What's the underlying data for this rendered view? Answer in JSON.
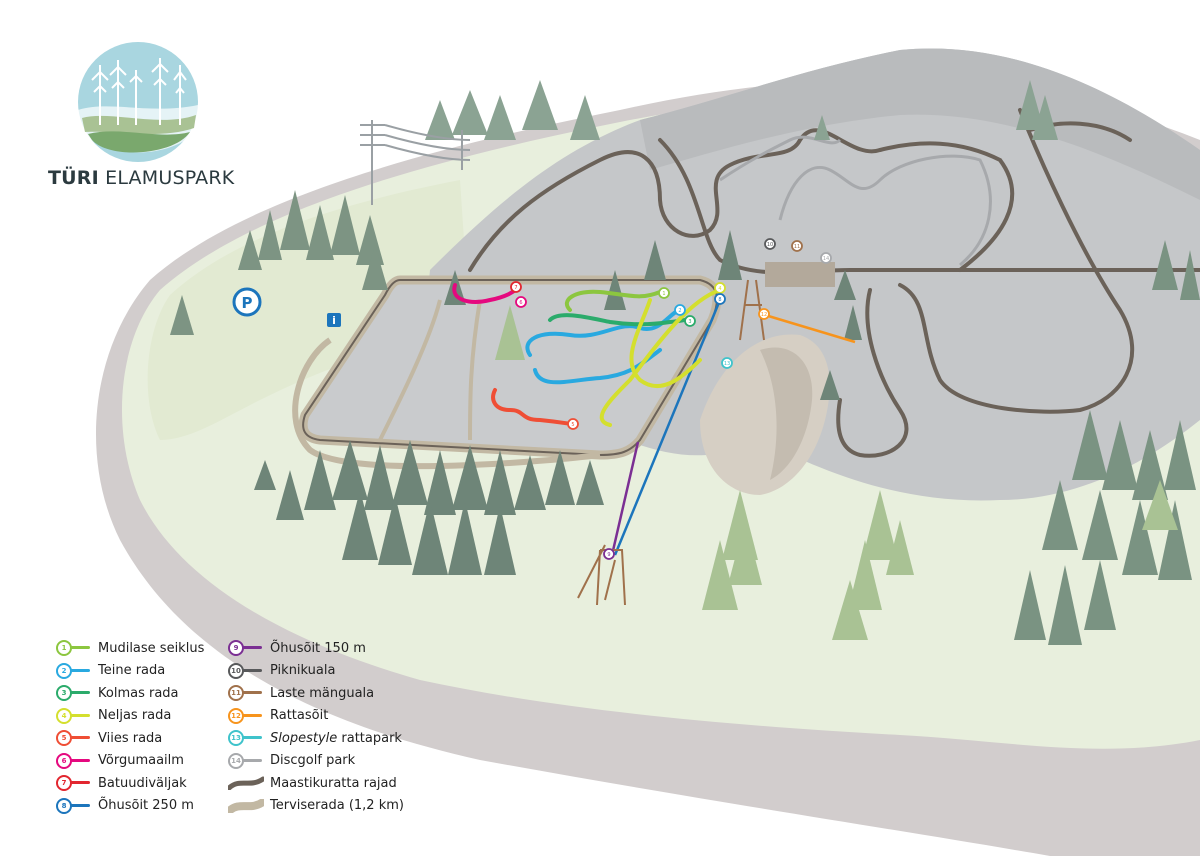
{
  "logo": {
    "title_bold": "TÜRI",
    "title_rest": " ELAMUSPARK"
  },
  "map": {
    "icons": {
      "parking": "P",
      "info": "i"
    },
    "colors": {
      "background": "#ffffff",
      "ground": "#e4ecd8",
      "ground_light": "#eef3e6",
      "rim": "#d2cdcd",
      "hill": "#c5c7c9",
      "hill_dark": "#b4b6b8",
      "tree_dark": "#6e8578",
      "tree_mid": "#859e8c",
      "tree_light": "#a9c294",
      "mtb": "#6b6259",
      "health": "#c2b8a3",
      "water": "#a8cdd6"
    },
    "markers": [
      {
        "num": "1",
        "color": "#8cc63f"
      },
      {
        "num": "2",
        "color": "#29a9e0"
      },
      {
        "num": "3",
        "color": "#2bab6b"
      },
      {
        "num": "4",
        "color": "#d4df2e"
      },
      {
        "num": "5",
        "color": "#ef4e35"
      },
      {
        "num": "6",
        "color": "#e5097f"
      },
      {
        "num": "7",
        "color": "#e2262f"
      },
      {
        "num": "8",
        "color": "#1c75bc"
      },
      {
        "num": "9",
        "color": "#7b2f93"
      },
      {
        "num": "10",
        "color": "#58595b"
      },
      {
        "num": "11",
        "color": "#a0714b"
      },
      {
        "num": "12",
        "color": "#f7941d"
      },
      {
        "num": "13",
        "color": "#3fc3cb"
      },
      {
        "num": "14",
        "color": "#a7a9ac"
      }
    ]
  },
  "legend": {
    "items": [
      {
        "num": "1",
        "label": "Mudilase seiklus",
        "color": "#8cc63f"
      },
      {
        "num": "2",
        "label": "Teine rada",
        "color": "#29a9e0"
      },
      {
        "num": "3",
        "label": "Kolmas rada",
        "color": "#2bab6b"
      },
      {
        "num": "4",
        "label": "Neljas rada",
        "color": "#d4df2e"
      },
      {
        "num": "5",
        "label": "Viies rada",
        "color": "#ef4e35"
      },
      {
        "num": "6",
        "label": "Võrgumaailm",
        "color": "#e5097f"
      },
      {
        "num": "7",
        "label": "Batuudiväljak",
        "color": "#e2262f"
      },
      {
        "num": "8",
        "label": "Õhusõit 250 m",
        "color": "#1c75bc"
      },
      {
        "num": "9",
        "label": "Õhusõit 150 m",
        "color": "#7b2f93"
      },
      {
        "num": "10",
        "label": "Piknikuala",
        "color": "#58595b"
      },
      {
        "num": "11",
        "label": "Laste mänguala",
        "color": "#a0714b"
      },
      {
        "num": "12",
        "label": "Rattasõit",
        "color": "#f7941d"
      },
      {
        "num": "13",
        "label_italic": "Slopestyle",
        "label": " rattapark",
        "color": "#3fc3cb"
      },
      {
        "num": "14",
        "label": "Discgolf park",
        "color": "#a7a9ac"
      },
      {
        "label": "Maastikuratta rajad",
        "color": "#6b6259",
        "kind": "band"
      },
      {
        "label": "Terviserada (1,2 km)",
        "color": "#c2b8a3",
        "kind": "band"
      }
    ]
  }
}
